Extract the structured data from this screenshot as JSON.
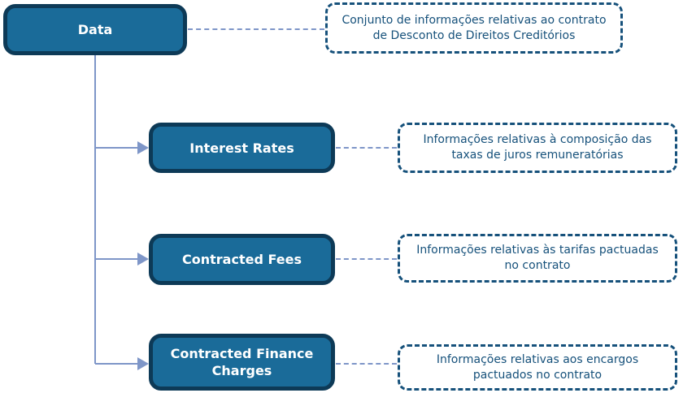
{
  "colors": {
    "node-fill": "#1a6b99",
    "node-border": "#0d3a57",
    "node-text": "#ffffff",
    "note-border": "#16517b",
    "note-text": "#16517b",
    "connector": "#7e96c8",
    "bg": "#ffffff"
  },
  "diagram": {
    "type": "tree",
    "root": {
      "label": "Data",
      "note": "Conjunto de informações relativas ao contrato de Desconto de Direitos Creditórios"
    },
    "children": [
      {
        "label": "Interest Rates",
        "note": "Informações relativas à composição das taxas de juros remuneratórias"
      },
      {
        "label": "Contracted Fees",
        "note": "Informações relativas às tarifas pactuadas no contrato"
      },
      {
        "label": "Contracted Finance Charges",
        "note": "Informações relativas aos encargos pactuados no contrato"
      }
    ]
  }
}
